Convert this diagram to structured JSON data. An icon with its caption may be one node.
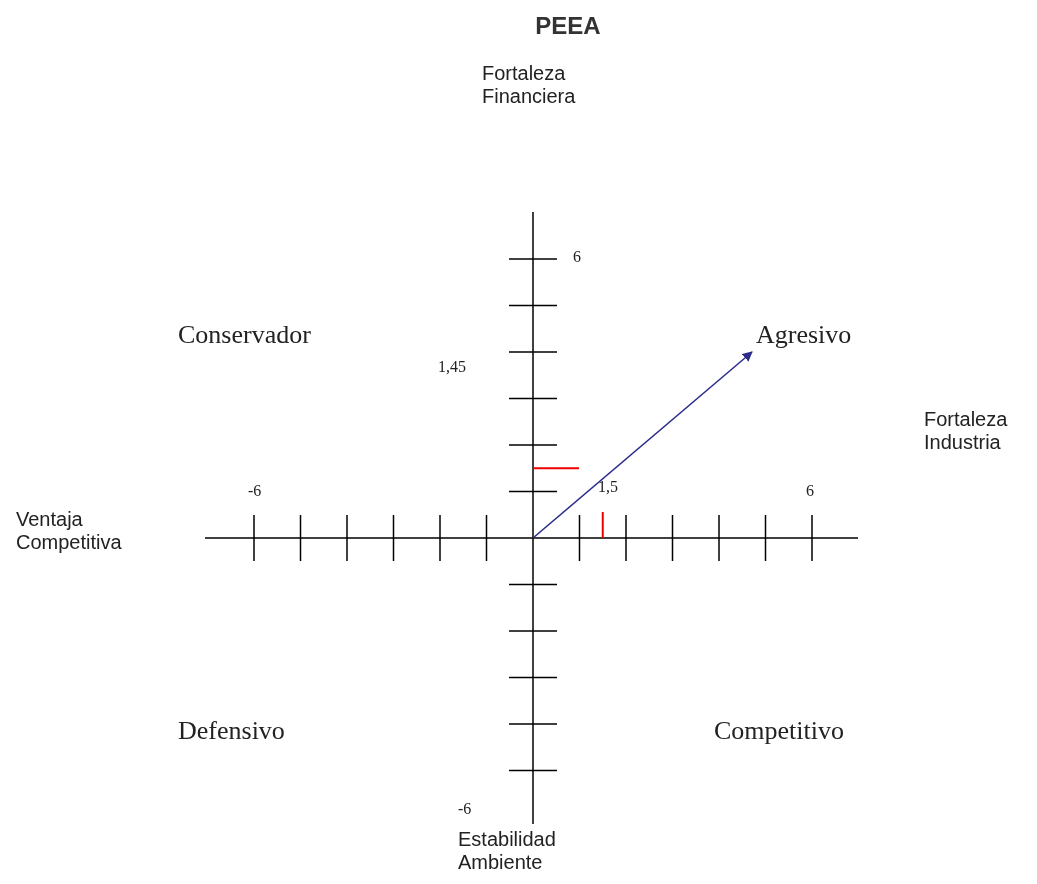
{
  "diagram": {
    "title": "PEEA",
    "nodes": [
      {
        "text": [
          "Conservador"
        ]
      },
      {
        "text": [
          "Agresivo"
        ]
      },
      {
        "text": [
          "Defensivo"
        ]
      },
      {
        "text": [
          "Competitivo"
        ]
      }
    ],
    "edges": [
      {
        "from": null,
        "to": 1,
        "arrow": "to",
        "color": "#2b2b8c"
      }
    ],
    "labels": [
      "Fortaleza Financiera",
      "6",
      "1,45",
      "Fortaleza Industria",
      "-6",
      "1,5",
      "6",
      "Ventaja Competitiva",
      "-6",
      "Estabilidad Ambiente"
    ]
  }
}
